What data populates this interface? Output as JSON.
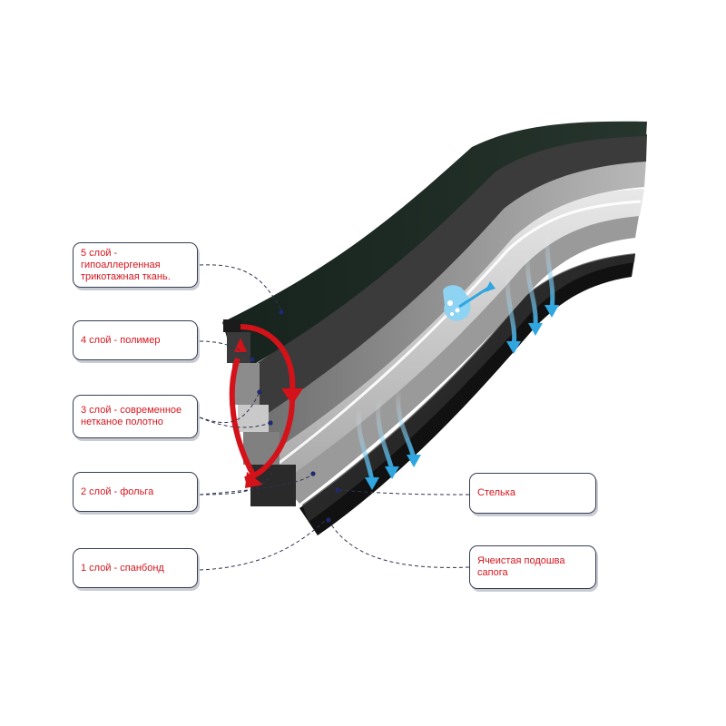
{
  "diagram": {
    "callouts": {
      "layer5": "5 слой - гипоаллергенная трикотажная ткань.",
      "layer4": "4 слой - полимер",
      "layer3": "3 слой - современное нетканое полотно",
      "layer2": "2 слой - фольга",
      "layer1": "1 слой - спанбонд",
      "insole": "Стелька",
      "sole": "Ячеистая подошва сапога"
    },
    "colors": {
      "label_text": "#d6141c",
      "top_layer": "#1e2b24",
      "arrow": "#2fa6e0",
      "bracket": "#d3121a",
      "leader": "#2f3350"
    },
    "icons": [
      "water-drops-icon",
      "airflow-arrows-icon",
      "red-bracket-arrows-icon"
    ]
  }
}
